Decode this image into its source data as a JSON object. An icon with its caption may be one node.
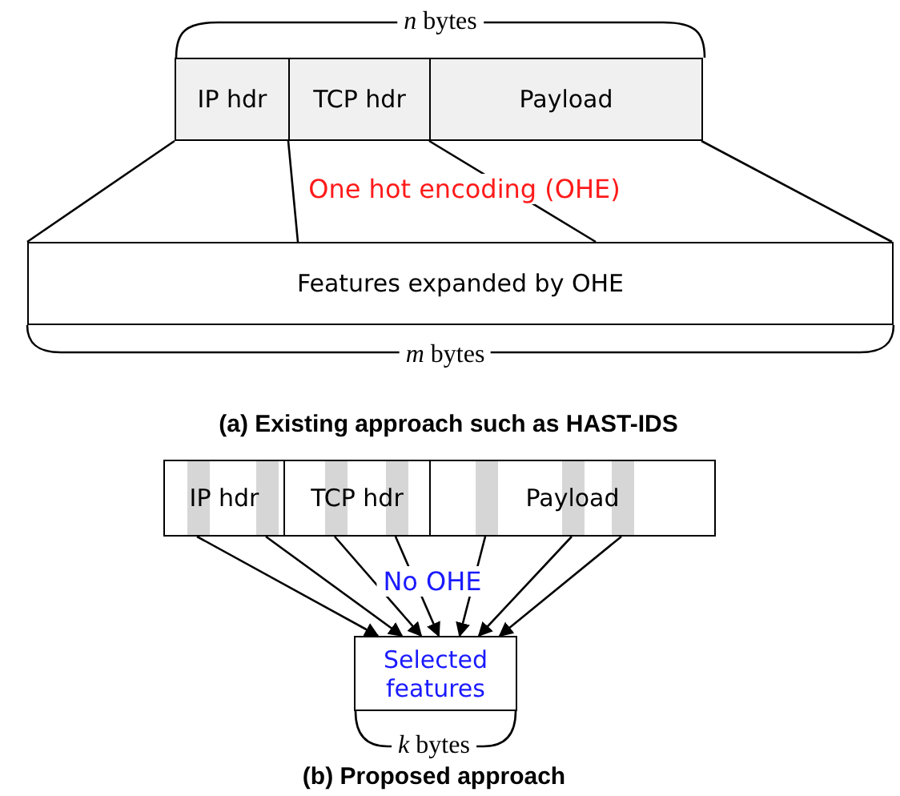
{
  "diagram": {
    "nodes": [
      {
        "text": [
          "IP hdr"
        ]
      },
      {
        "text": [
          "TCP hdr"
        ]
      },
      {
        "text": [
          "Payload"
        ]
      },
      {
        "text": [
          "Features expanded by OHE"
        ]
      },
      {
        "text": [
          "IP hdr"
        ]
      },
      {
        "text": [
          "TCP hdr"
        ]
      },
      {
        "text": [
          "Payload"
        ]
      },
      {
        "text": [
          "Selected features"
        ]
      }
    ],
    "edges": [
      {
        "from": 0,
        "to": 3,
        "arrow": "none"
      },
      {
        "from": 0,
        "to": 3,
        "arrow": "none"
      },
      {
        "from": 1,
        "to": 3,
        "arrow": "none"
      },
      {
        "from": 2,
        "to": 3,
        "arrow": "none"
      },
      {
        "from": 4,
        "to": 7,
        "arrow": "to"
      },
      {
        "from": 4,
        "to": 7,
        "arrow": "to"
      },
      {
        "from": 5,
        "to": 7,
        "arrow": "to"
      },
      {
        "from": 5,
        "to": 7,
        "arrow": "to"
      },
      {
        "from": 6,
        "to": 7,
        "arrow": "to"
      },
      {
        "from": 6,
        "to": 7,
        "arrow": "to"
      },
      {
        "from": 6,
        "to": 7,
        "arrow": "to"
      }
    ],
    "labels": [
      "*n* bytes",
      "One hot encoding (OHE)",
      "*m* bytes",
      "(a) Existing approach such as HAST-IDS",
      "No OHE",
      "*k* bytes",
      "(b) Proposed approach"
    ]
  }
}
